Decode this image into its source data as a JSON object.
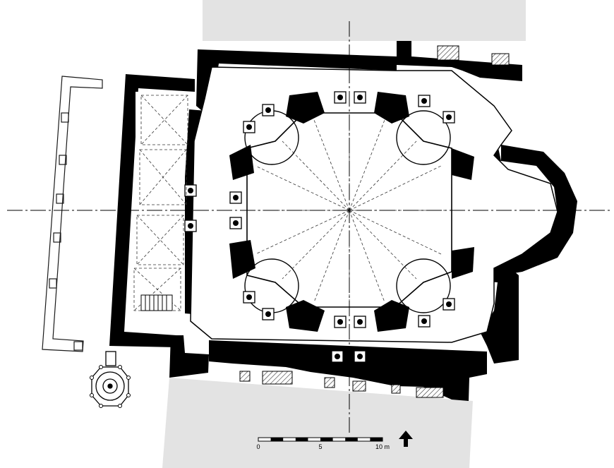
{
  "scale_bar": {
    "labels": [
      "0",
      "5",
      "10 m"
    ],
    "segments_per_5m": 5
  },
  "north_arrow": {
    "icon": "north-arrow-icon",
    "direction": "N"
  },
  "colors": {
    "background_band": "#e3e3e3",
    "wall": "#000000",
    "floor": "#ffffff",
    "hatch": "#444444",
    "lines": "#1a1a1a"
  }
}
